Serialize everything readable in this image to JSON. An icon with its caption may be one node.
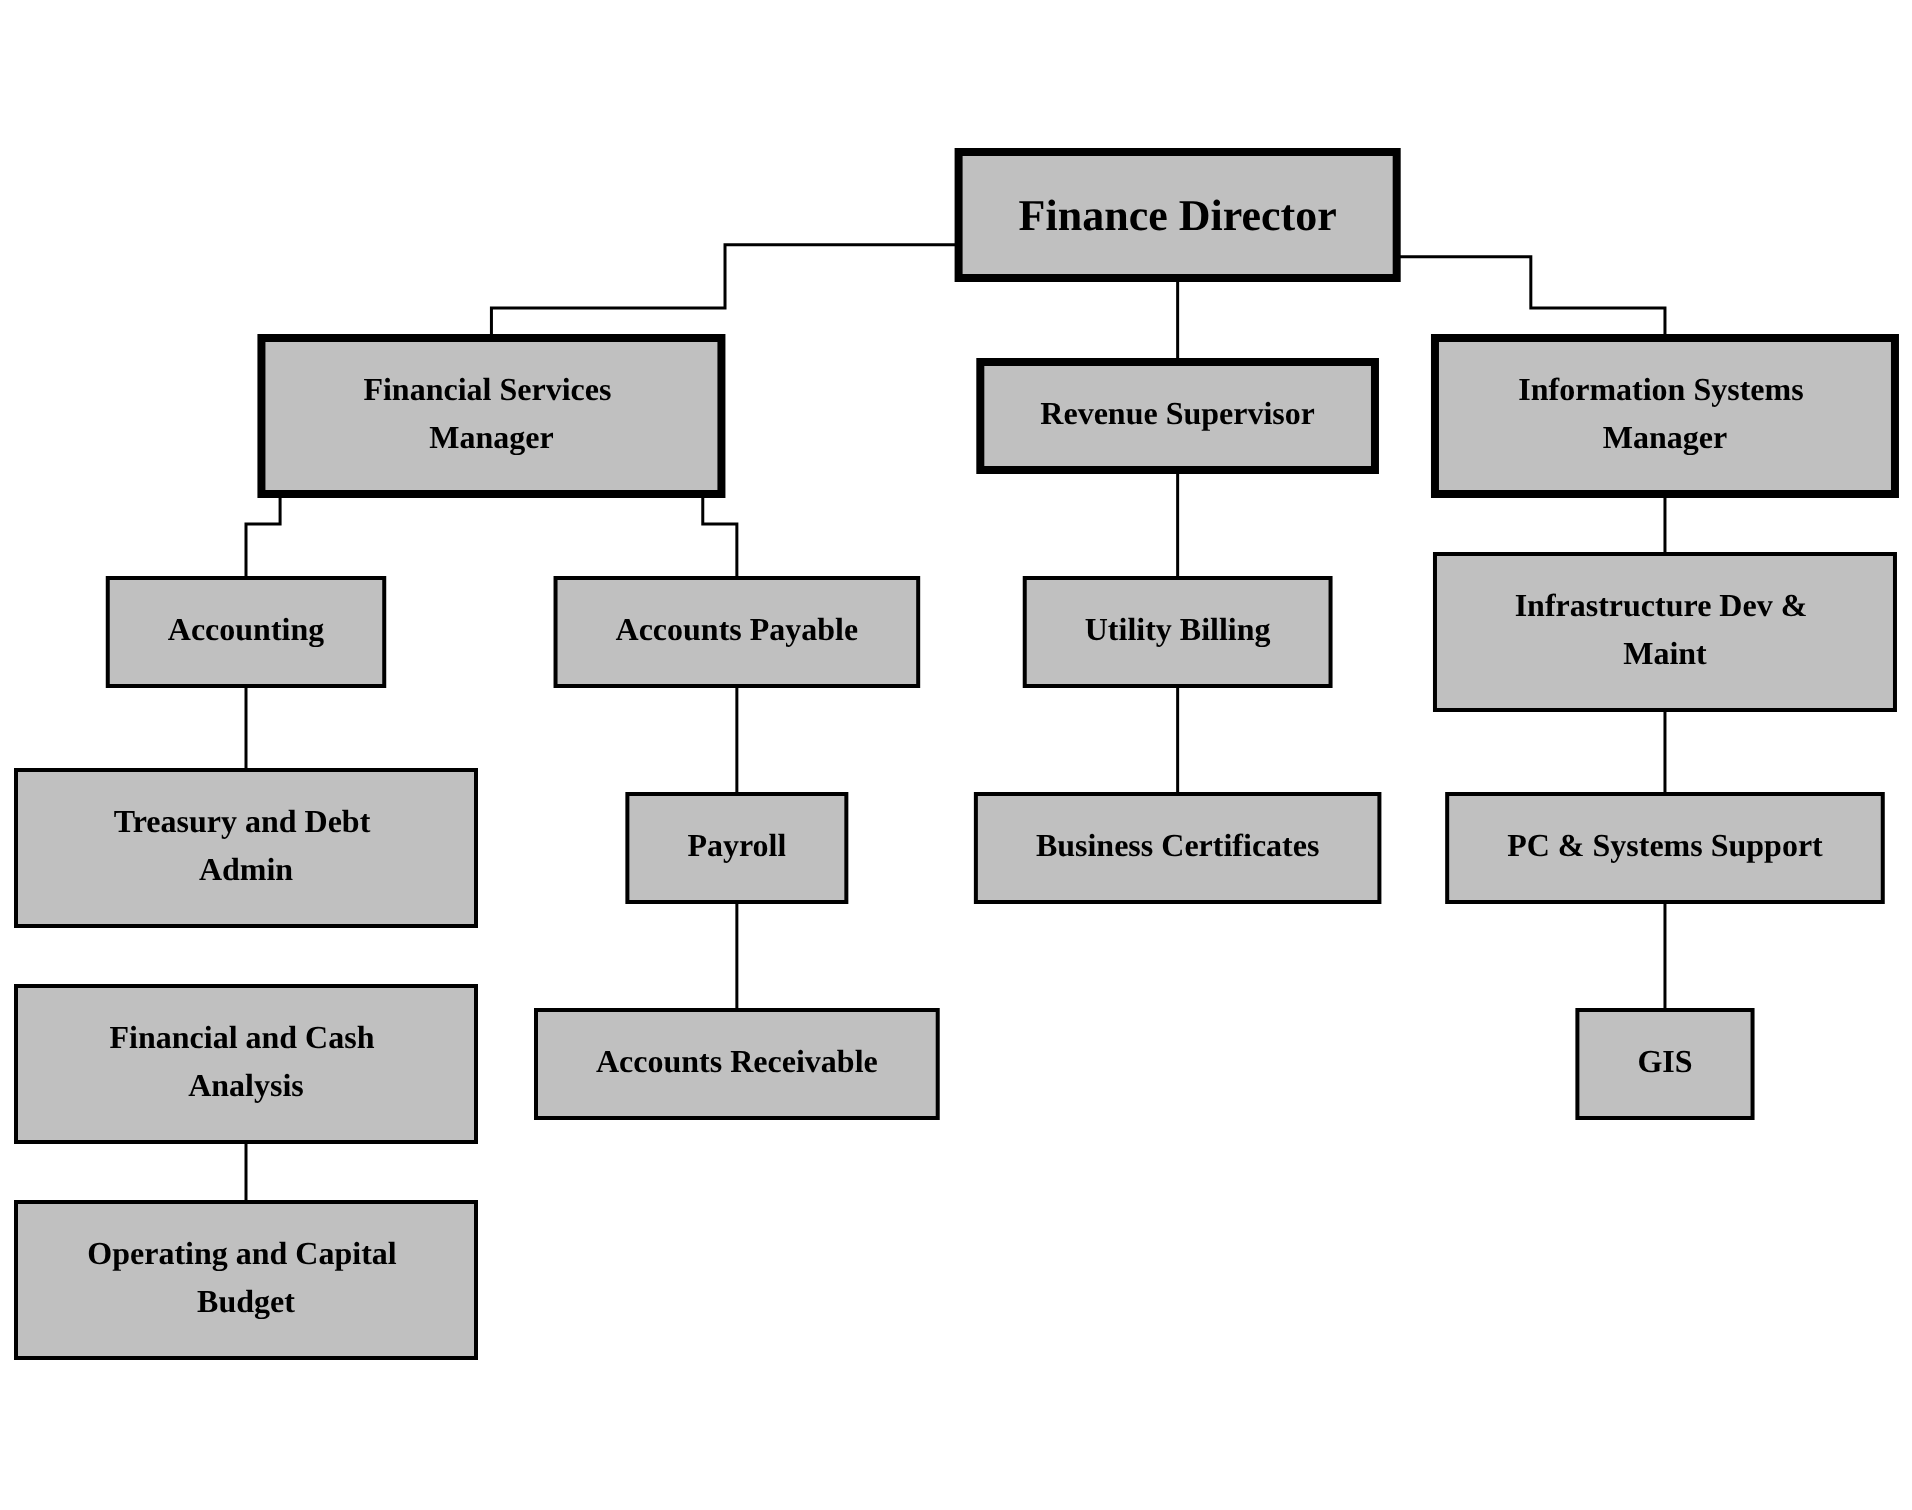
{
  "diagram": {
    "nodes": [
      {
        "text": [
          "Finance Director"
        ]
      },
      {
        "text": [
          "Financial Services Manager"
        ]
      },
      {
        "text": [
          "Revenue Supervisor"
        ]
      },
      {
        "text": [
          "Information Systems Manager"
        ]
      },
      {
        "text": [
          "Accounting"
        ]
      },
      {
        "text": [
          "Accounts Payable"
        ]
      },
      {
        "text": [
          "Utility Billing"
        ]
      },
      {
        "text": [
          "Infrastructure Dev & Maint"
        ]
      },
      {
        "text": [
          "Treasury and Debt Admin"
        ]
      },
      {
        "text": [
          "Payroll"
        ]
      },
      {
        "text": [
          "Business Certificates"
        ]
      },
      {
        "text": [
          "PC & Systems Support"
        ]
      },
      {
        "text": [
          "Financial and Cash Analysis"
        ]
      },
      {
        "text": [
          "Accounts Receivable"
        ]
      },
      {
        "text": [
          "GIS"
        ]
      },
      {
        "text": [
          "Operating and Capital Budget"
        ]
      }
    ],
    "edges": [
      {
        "from": 0,
        "to": 1,
        "arrow": "none"
      },
      {
        "from": 0,
        "to": 2,
        "arrow": "none"
      },
      {
        "from": 0,
        "to": 3,
        "arrow": "none"
      },
      {
        "from": 1,
        "to": 4,
        "arrow": "none"
      },
      {
        "from": 1,
        "to": 5,
        "arrow": "none"
      },
      {
        "from": 2,
        "to": 6,
        "arrow": "none"
      },
      {
        "from": 3,
        "to": 7,
        "arrow": "none"
      },
      {
        "from": 4,
        "to": 8,
        "arrow": "none"
      },
      {
        "from": 5,
        "to": 9,
        "arrow": "none"
      },
      {
        "from": 6,
        "to": 10,
        "arrow": "none"
      },
      {
        "from": 7,
        "to": 11,
        "arrow": "none"
      },
      {
        "from": 9,
        "to": 13,
        "arrow": "none"
      },
      {
        "from": 11,
        "to": 14,
        "arrow": "none"
      },
      {
        "from": 12,
        "to": 15,
        "arrow": "none"
      }
    ]
  }
}
